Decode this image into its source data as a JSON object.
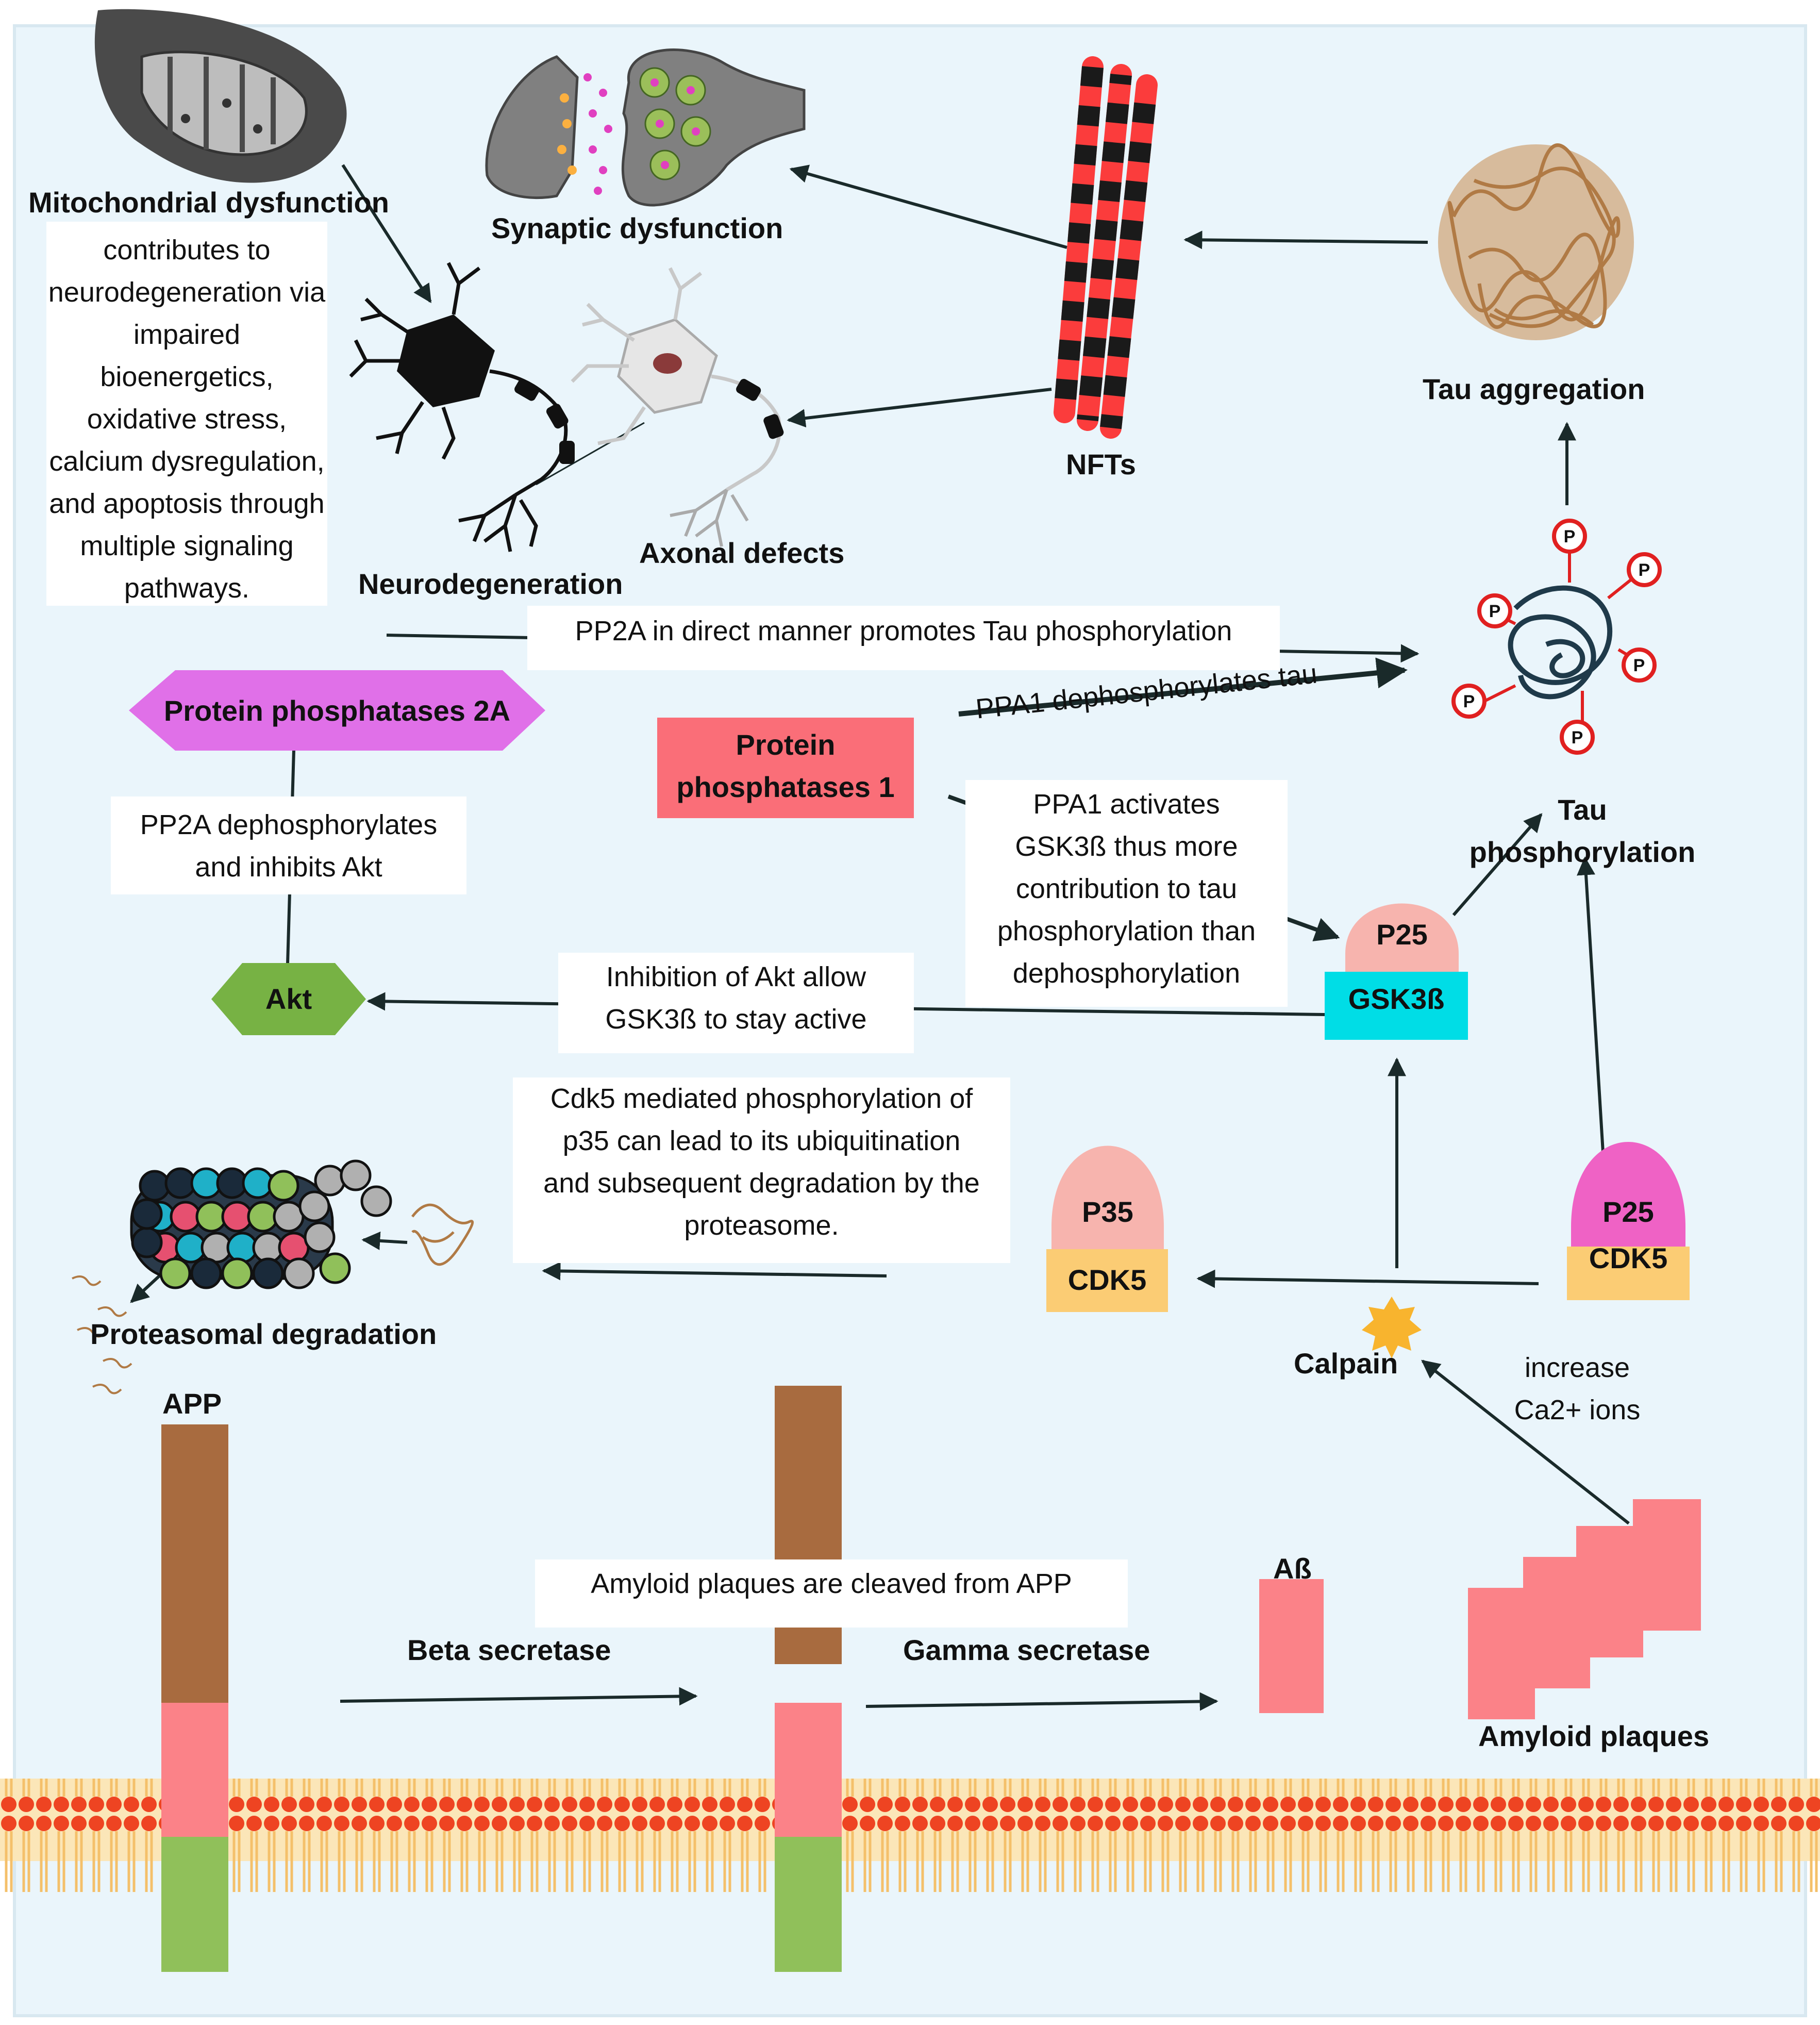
{
  "labels": {
    "mito": "Mitochondrial dysfunction",
    "synaptic": "Synaptic dysfunction",
    "nfts": "NFTs",
    "tau_agg": "Tau aggregation",
    "neurodeg": "Neurodegeneration",
    "axonal": "Axonal defects",
    "tau_phos": "Tau\nphosphorylation",
    "proteasomal": "Proteasomal degradation",
    "calpain": "Calpain",
    "app": "APP",
    "abeta": "Aß",
    "amyloid_plaques": "Amyloid plaques",
    "beta_secretase": "Beta secretase",
    "gamma_secretase": "Gamma secretase"
  },
  "nodes": {
    "pp2a": "Protein phosphatases 2A",
    "pp1": "Protein\nphosphatases 1",
    "akt": "Akt",
    "gsk_top": "P25",
    "gsk_bottom": "GSK3ß",
    "cdk5_left_top": "P35",
    "cdk5_left_bottom": "CDK5",
    "cdk5_right_top": "P25",
    "cdk5_right_bottom": "CDK5"
  },
  "annotations": {
    "mito_note": "contributes to\nneurodegeneration via\nimpaired bioenergetics,\noxidative stress,\ncalcium dysregulation,\nand apoptosis through\nmultiple signaling\npathways.",
    "pp2a_tau": "PP2A in direct manner promotes Tau phosphorylation",
    "ppa1_deph": "PPA1 dephosphorylates tau",
    "pp2a_akt": "PP2A dephosphorylates\nand inhibits Akt",
    "ppa1_gsk": "PPA1 activates\nGSK3ß thus more\ncontribution to tau\nphosphorylation than\ndephosphorylation",
    "akt_inhib": "Inhibition of Akt allow\nGSK3ß to stay active",
    "cdk5_note": "Cdk5 mediated phosphorylation of\np35 can lead to its ubiquitination\nand subsequent degradation by the\nproteasome.",
    "ca_ions": "increase\nCa2+ ions",
    "cleave": "Amyloid plaques are cleaved from APP"
  },
  "phospho_mark": "P",
  "colors": {
    "background": "#eaf5fb",
    "pp2a": "#e070e8",
    "pp1": "#fa6e78",
    "akt": "#77b244",
    "gsk": "#00dde6",
    "p25_pink": "#f7b4ae",
    "p25_magenta": "#ef62c5",
    "cdk5": "#fbcc74",
    "app_brown": "#a86b3f",
    "app_pink": "#fb8288",
    "app_green": "#90c05a",
    "nft_red": "#fb3c3c",
    "tau_brown": "#b07a45"
  },
  "icons": [
    "mitochondrion-icon",
    "synapse-icon",
    "nft-fibril-icon",
    "tau-aggregate-icon",
    "neuron-icon",
    "damaged-neuron-icon",
    "phospho-tau-icon",
    "proteasome-icon",
    "calpain-star-icon",
    "lipid-membrane-icon"
  ]
}
